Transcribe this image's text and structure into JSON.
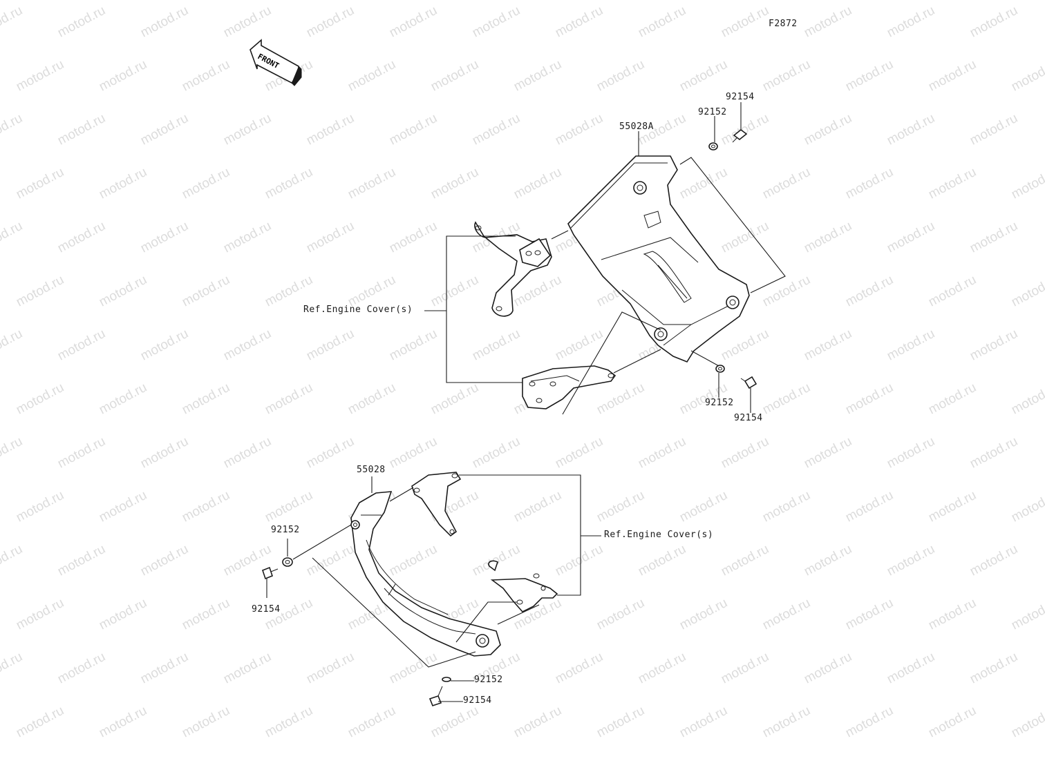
{
  "diagram": {
    "figure_code": "F2872",
    "front_label": "FRONT",
    "watermark_text": "motod.ru",
    "labels": {
      "cover_right": "55028A",
      "cover_left": "55028",
      "ref_upper": "Ref.Engine Cover(s)",
      "ref_lower": "Ref.Engine Cover(s)",
      "washer_top": "92152",
      "bolt_top": "92154",
      "washer_mid": "92152",
      "bolt_mid": "92154",
      "washer_left": "92152",
      "bolt_left": "92154",
      "washer_bottom": "92152",
      "bolt_bottom": "92154"
    }
  }
}
